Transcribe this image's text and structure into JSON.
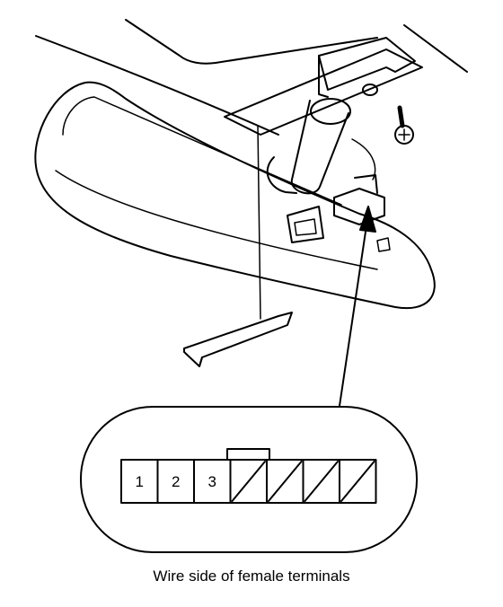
{
  "caption": "Wire side of female terminals",
  "connector": {
    "terminals": [
      {
        "label": "1",
        "used": true
      },
      {
        "label": "2",
        "used": true
      },
      {
        "label": "3",
        "used": true
      },
      {
        "label": "",
        "used": false
      },
      {
        "label": "",
        "used": false
      },
      {
        "label": "",
        "used": false
      },
      {
        "label": "",
        "used": false
      }
    ]
  },
  "colors": {
    "line": "#000000",
    "background": "#ffffff"
  }
}
